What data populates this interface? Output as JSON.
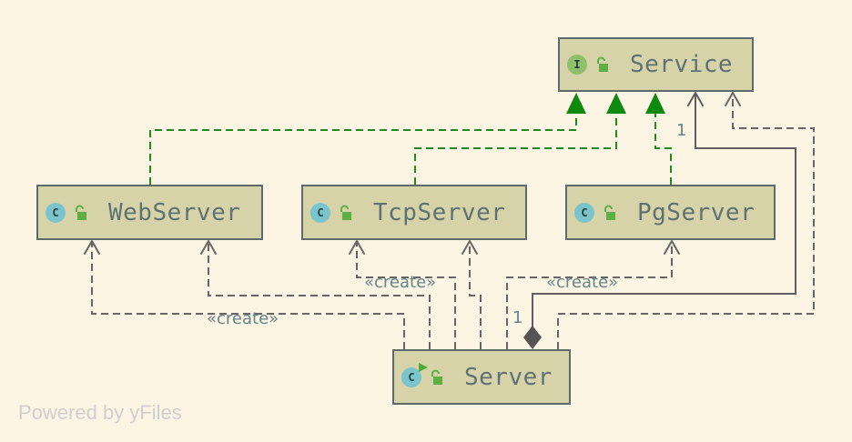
{
  "nodes": {
    "service": {
      "name": "Service",
      "badge": "I"
    },
    "webserver": {
      "name": "WebServer",
      "badge": "C"
    },
    "tcpserver": {
      "name": "TcpServer",
      "badge": "C"
    },
    "pgserver": {
      "name": "PgServer",
      "badge": "C"
    },
    "server": {
      "name": "Server",
      "badge": "C"
    }
  },
  "edge_labels": {
    "create_web": "«create»",
    "create_tcp": "«create»",
    "create_pg": "«create»",
    "mult_service": "1",
    "mult_server": "1"
  },
  "footer": "Powered by yFiles",
  "colors": {
    "background": "#fdf5e3",
    "node_fill": "#d6d3a8",
    "node_border": "#5e6a6a",
    "interface_badge": "#8fbf6a",
    "class_badge": "#7cc4cc",
    "realization": "#1f8a1f",
    "dependency": "#666666"
  }
}
